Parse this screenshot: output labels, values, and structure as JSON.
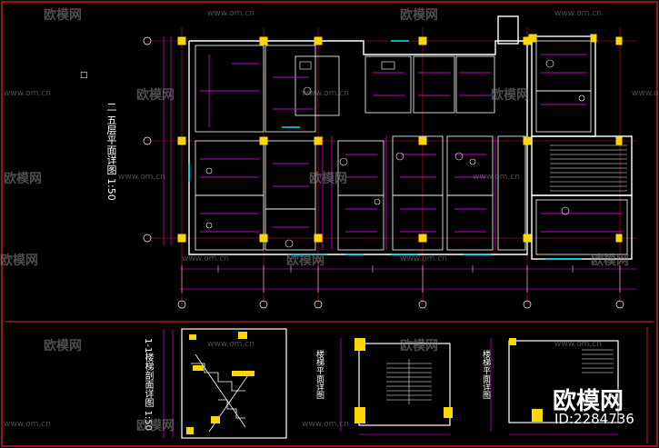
{
  "drawing": {
    "main_title": "二 五层平面详图  1:50",
    "note_marker": "□",
    "section_title": "1-1楼梯剖面详图  1:50",
    "stair_plan_a_title": "楼梯平面详图",
    "stair_plan_b_title": "楼梯平面详图"
  },
  "watermark": {
    "brand": "欧模网",
    "url": "www.om.cn",
    "big_brand": "欧模网",
    "id_text": "ID:2284736"
  },
  "colors": {
    "background": "#000000",
    "wall": "#ffffff",
    "hatch": "#ff00ff",
    "dimension": "#ff00ff",
    "column": "#ffd700",
    "window": "#00e5ff",
    "axis": "#d01818",
    "frame": "#c81e1e"
  }
}
